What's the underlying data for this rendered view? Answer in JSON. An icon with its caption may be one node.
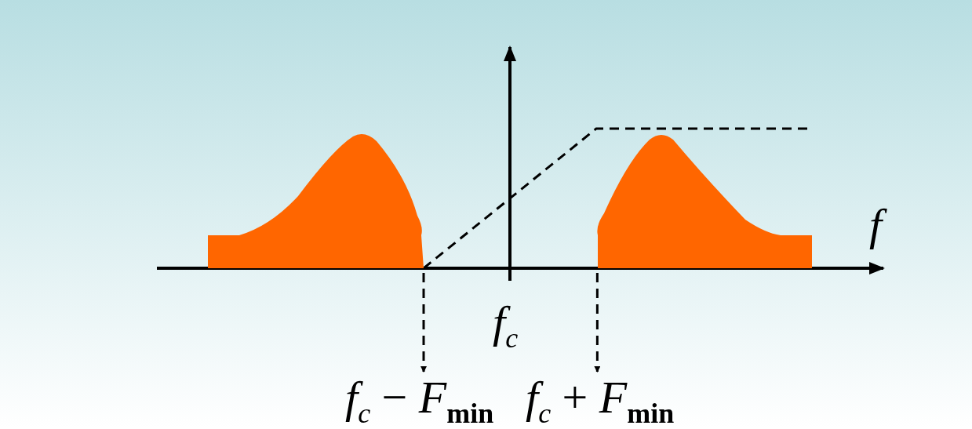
{
  "diagram": {
    "nodes": [
      {
        "text": [],
        "shape": "picture"
      },
      {
        "text": [],
        "shape": "picture"
      },
      {
        "text": [
          "*f*$_{c}$ − *F*$_{min}$"
        ]
      },
      {
        "text": [
          "*f*$_{c}$ + *F*$_{min}$"
        ]
      }
    ],
    "edges": [
      {
        "from": 0,
        "to": 2,
        "arrow": "to",
        "style": "dashed"
      },
      {
        "from": 1,
        "to": 3,
        "arrow": "to",
        "style": "dashed"
      }
    ],
    "labels": [
      "*f*",
      "*f*$_{c}$"
    ]
  }
}
